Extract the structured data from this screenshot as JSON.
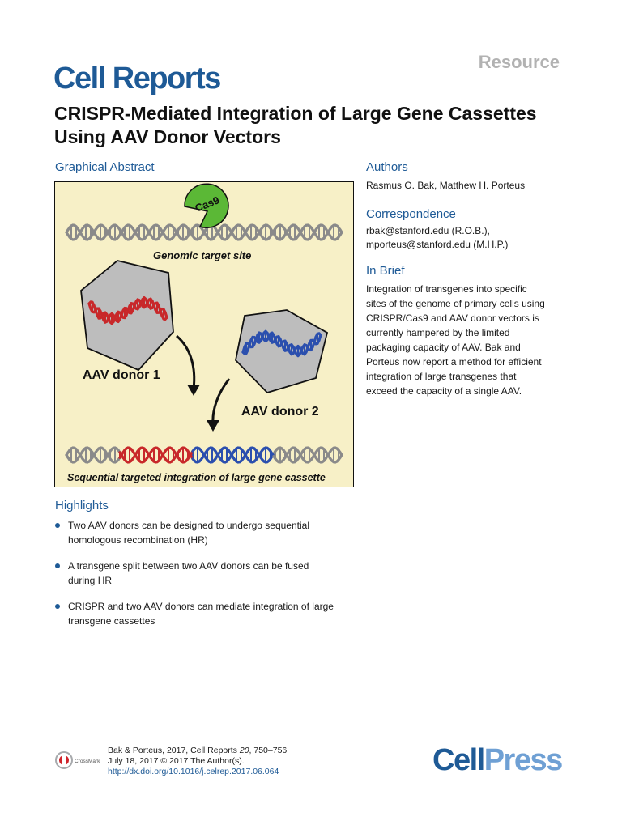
{
  "header": {
    "resource": "Resource",
    "journal": "Cell Reports",
    "title": "CRISPR-Mediated Integration of Large Gene Cassettes Using AAV Donor Vectors"
  },
  "graphical_abstract": {
    "heading": "Graphical Abstract",
    "labels": {
      "cas9": "Cas9",
      "genomic_target": "Genomic target site",
      "donor1": "AAV donor 1",
      "donor2": "AAV donor 2",
      "sequential": "Sequential targeted integration of large gene cassette"
    },
    "colors": {
      "background": "#f7f0c7",
      "dna_gray": "#8a8a8a",
      "donor1_red": "#c8282a",
      "donor2_blue": "#2b4fae",
      "cas9_green": "#5bb836",
      "capsid_gray": "#bdbdbd"
    }
  },
  "authors": {
    "heading": "Authors",
    "text": "Rasmus O. Bak, Matthew H. Porteus"
  },
  "correspondence": {
    "heading": "Correspondence",
    "line1": "rbak@stanford.edu (R.O.B.),",
    "line2": "mporteus@stanford.edu (M.H.P.)"
  },
  "in_brief": {
    "heading": "In Brief",
    "lines": [
      "Integration of transgenes into specific",
      "sites of the genome of primary cells using",
      "CRISPR/Cas9 and AAV donor vectors is",
      "currently hampered by the limited",
      "packaging capacity of AAV. Bak and",
      "Porteus now report a method for efficient",
      "integration of large transgenes that",
      "exceed the capacity of a single AAV."
    ]
  },
  "highlights": {
    "heading": "Highlights",
    "items": [
      {
        "line1": "Two AAV donors can be designed to undergo sequential",
        "line2": "homologous recombination (HR)"
      },
      {
        "line1": "A transgene split between two AAV donors can be fused",
        "line2": "during HR"
      },
      {
        "line1": "CRISPR and two AAV donors can mediate integration of large",
        "line2": "transgene cassettes"
      }
    ]
  },
  "footer": {
    "citation_prefix": "Bak & Porteus, 2017, Cell Reports ",
    "volume": "20",
    "pages": ", 750–756",
    "date": "July 18, 2017 © 2017 The Author(s).",
    "doi": "http://dx.doi.org/10.1016/j.celrep.2017.06.064",
    "crossmark": "CrossMark",
    "publisher_part1": "Cell",
    "publisher_part2": "Press"
  }
}
